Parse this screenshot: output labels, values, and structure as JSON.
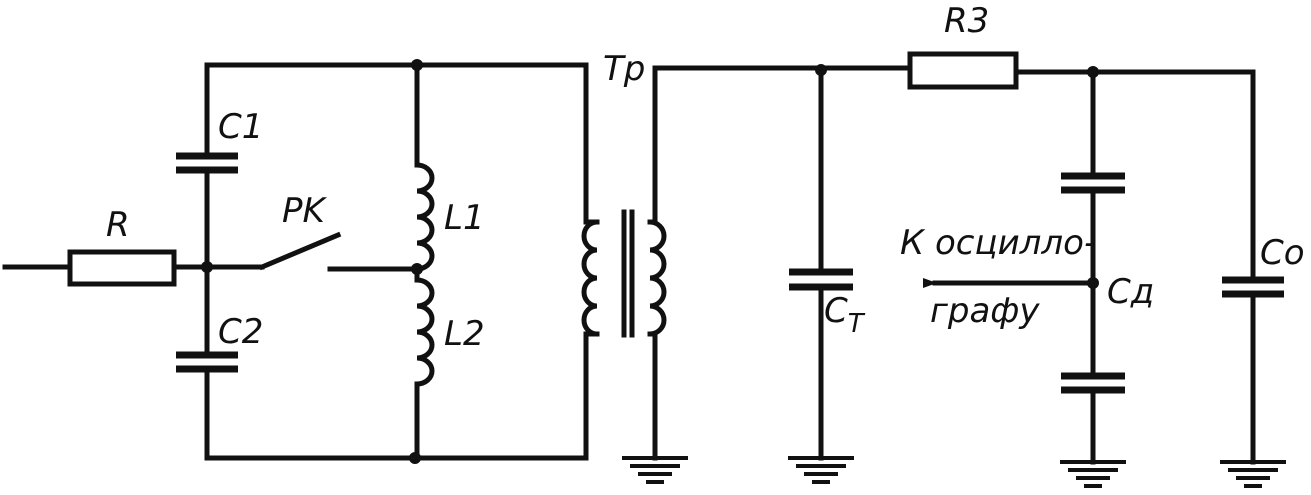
{
  "labels": {
    "R": "R",
    "C1": "C1",
    "C2": "C2",
    "PK": "PK",
    "L1": "L1",
    "L2": "L2",
    "Tp": "Tp",
    "R3": "R3",
    "C_t_main": "C",
    "C_t_sub": "T",
    "C_d": "Cд",
    "C_o": "Co",
    "osc_line1": "К осцилло-",
    "osc_line2": "графу"
  }
}
